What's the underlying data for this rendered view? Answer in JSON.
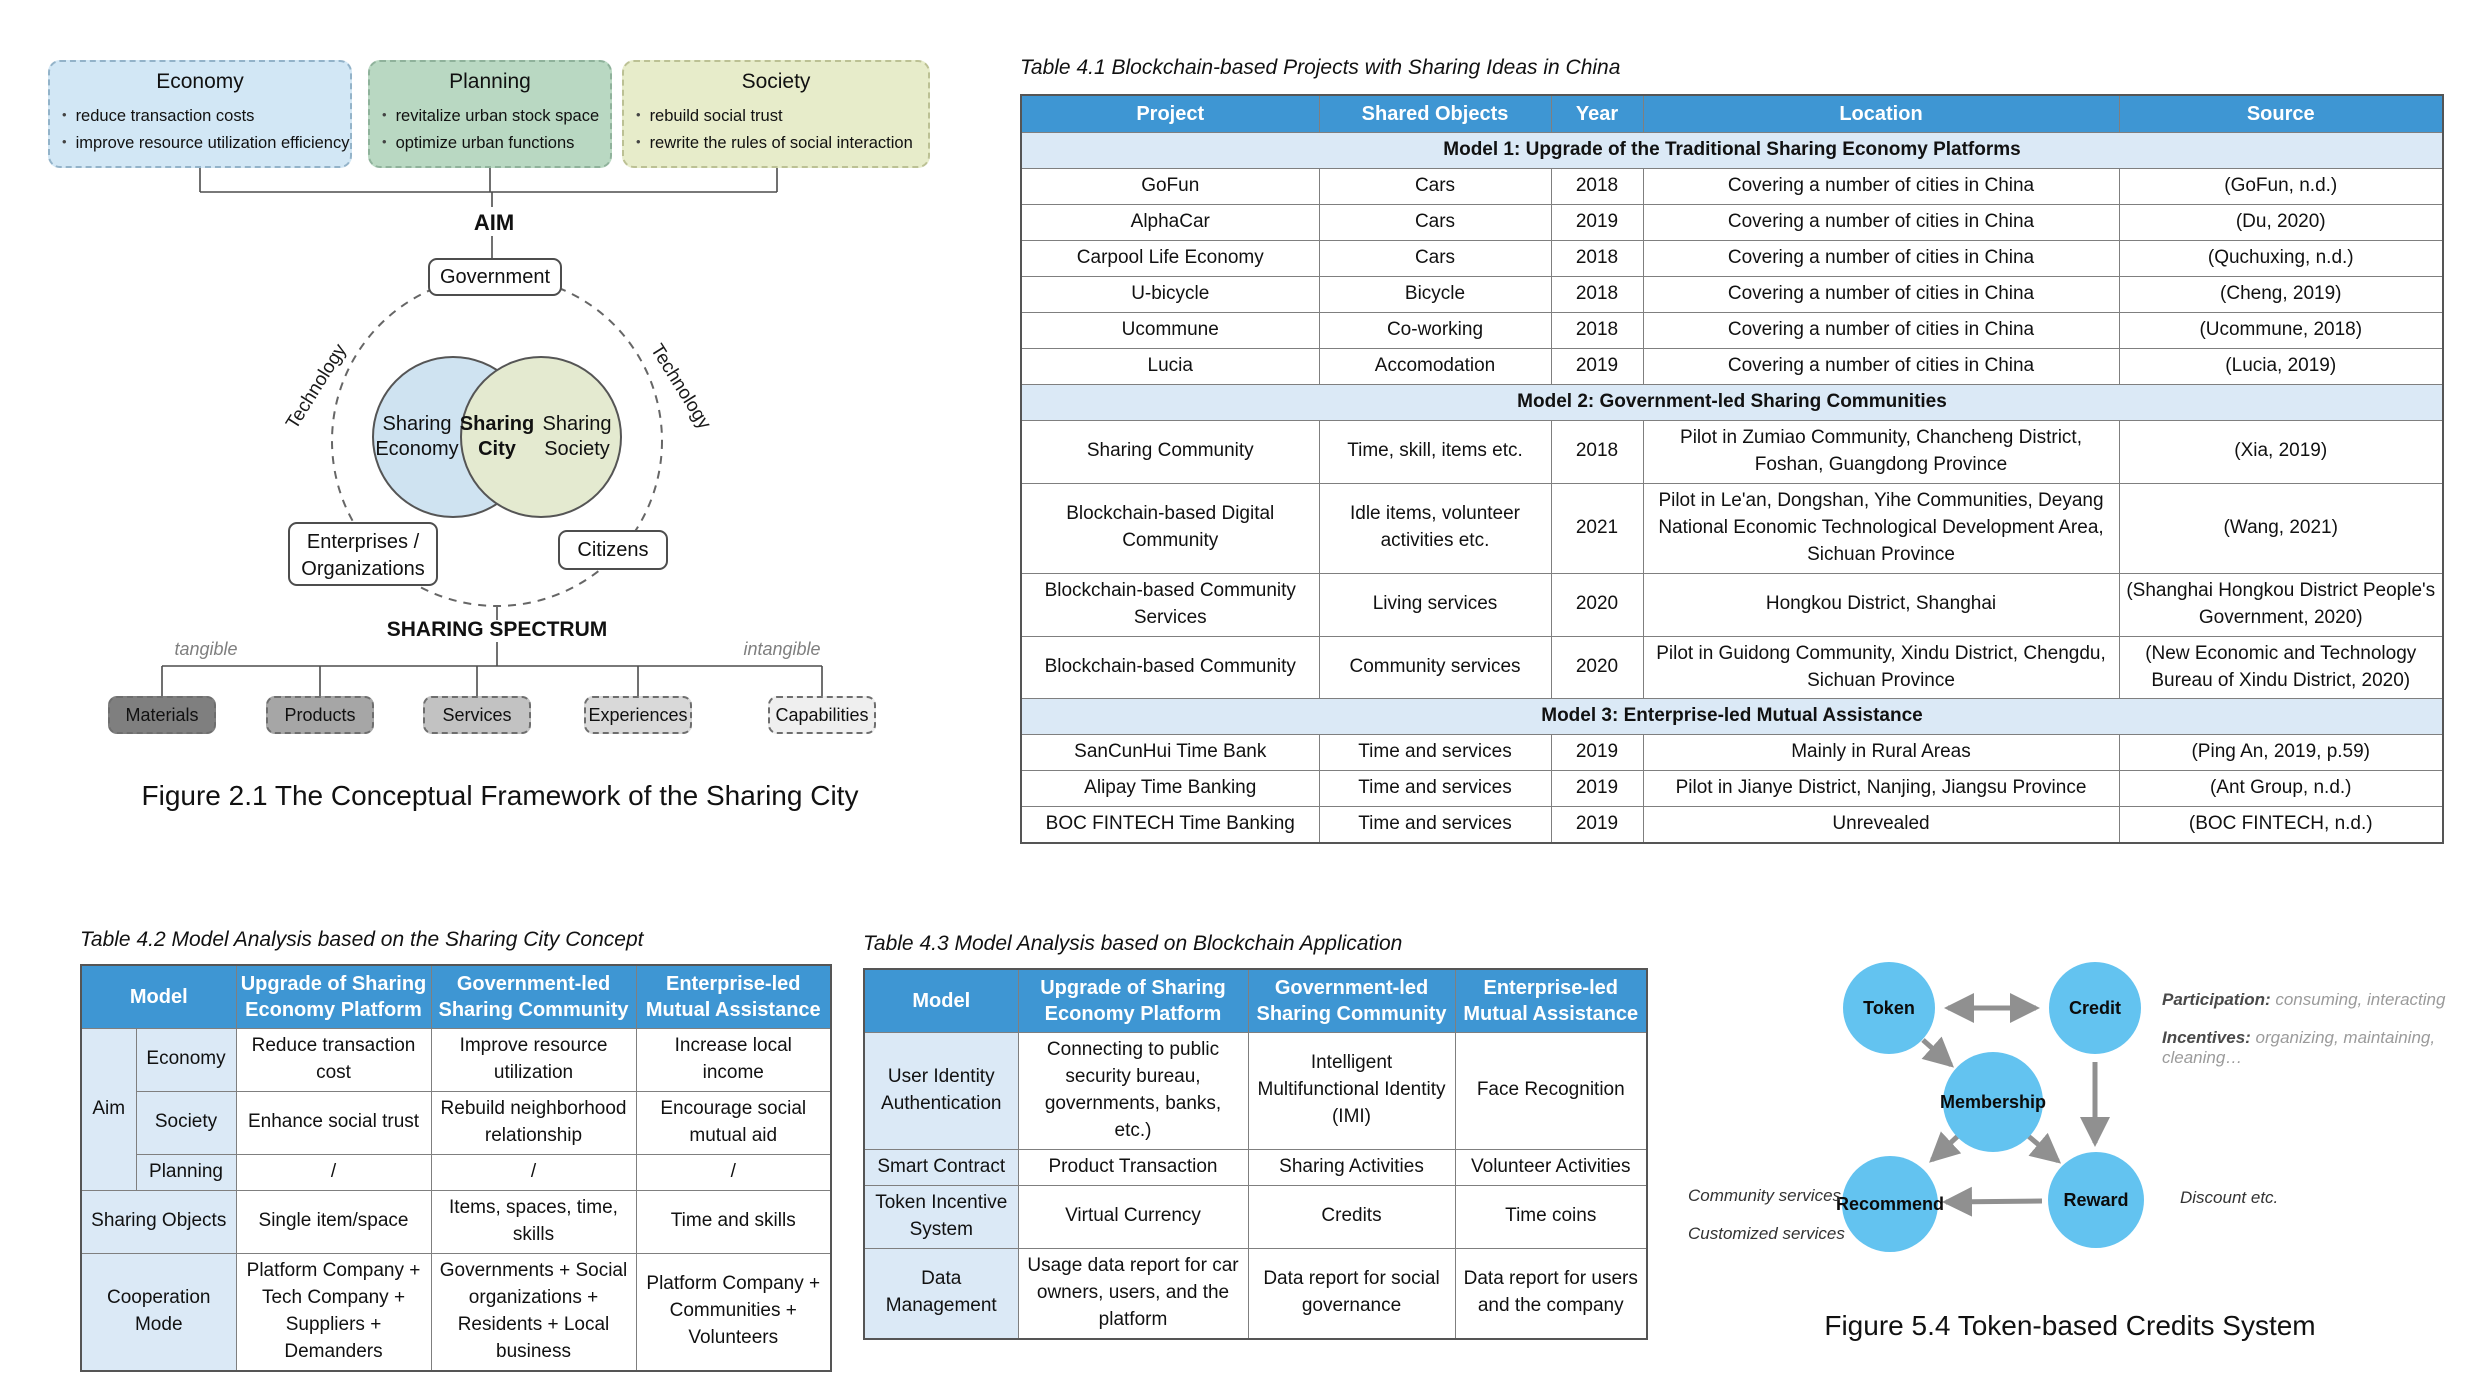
{
  "figure21": {
    "caption": "Figure 2.1 The Conceptual Framework of the Sharing City",
    "aim_label": "AIM",
    "top_boxes": [
      {
        "title": "Economy",
        "bullets": [
          "reduce transaction costs",
          "improve resource utilization efficiency"
        ],
        "fill": "#d2e7f5",
        "border": "#93b3c9"
      },
      {
        "title": "Planning",
        "bullets": [
          "revitalize urban stock space",
          "optimize urban functions"
        ],
        "fill": "#b9d8c2",
        "border": "#8fb29b"
      },
      {
        "title": "Society",
        "bullets": [
          "rebuild social trust",
          "rewrite the rules of social interaction"
        ],
        "fill": "#e7ecca",
        "border": "#bcc194"
      }
    ],
    "government_label": "Government",
    "technology_left": "Technology",
    "technology_right": "Technology",
    "venn": {
      "left": "Sharing Economy",
      "center": "Sharing City",
      "right": "Sharing Society",
      "left_fill": "#cfe3f1",
      "right_fill": "#e4ead0",
      "stroke": "#555555"
    },
    "enterprises_label": "Enterprises / Organizations",
    "citizens_label": "Citizens",
    "spectrum_title": "SHARING SPECTRUM",
    "tangible_label": "tangible",
    "intangible_label": "intangible",
    "spectrum_items": [
      {
        "label": "Materials",
        "fill": "#7f7f7f"
      },
      {
        "label": "Products",
        "fill": "#a6a6a6"
      },
      {
        "label": "Services",
        "fill": "#c2c2c2"
      },
      {
        "label": "Experiences",
        "fill": "#d9d9d9"
      },
      {
        "label": "Capabilities",
        "fill": "#efefef"
      }
    ]
  },
  "table41": {
    "title": "Table 4.1 Blockchain-based Projects with Sharing Ideas in China",
    "columns": [
      "Project",
      "Shared Objects",
      "Year",
      "Location",
      "Source"
    ],
    "sections": [
      {
        "header": "Model 1: Upgrade of the Traditional Sharing Economy Platforms",
        "rows": [
          [
            "GoFun",
            "Cars",
            "2018",
            "Covering a number of cities in China",
            "(GoFun, n.d.)"
          ],
          [
            "AlphaCar",
            "Cars",
            "2019",
            "Covering a number of cities in China",
            "(Du, 2020)"
          ],
          [
            "Carpool Life Economy",
            "Cars",
            "2018",
            "Covering a number of cities in China",
            "(Quchuxing, n.d.)"
          ],
          [
            "U-bicycle",
            "Bicycle",
            "2018",
            "Covering a number of cities in China",
            "(Cheng, 2019)"
          ],
          [
            "Ucommune",
            "Co-working",
            "2018",
            "Covering a number of cities in China",
            "(Ucommune, 2018)"
          ],
          [
            "Lucia",
            "Accomodation",
            "2019",
            "Covering a number of cities in China",
            "(Lucia, 2019)"
          ]
        ]
      },
      {
        "header": "Model 2: Government-led Sharing Communities",
        "rows": [
          [
            "Sharing Community",
            "Time, skill, items etc.",
            "2018",
            "Pilot in Zumiao Community, Chancheng District, Foshan, Guangdong Province",
            "(Xia, 2019)"
          ],
          [
            "Blockchain-based Digital Community",
            "Idle items, volunteer activities etc.",
            "2021",
            "Pilot in Le'an, Dongshan, Yihe Communities, Deyang National Economic Technological Development Area, Sichuan Province",
            "(Wang, 2021)"
          ],
          [
            "Blockchain-based Community Services",
            "Living services",
            "2020",
            "Hongkou District, Shanghai",
            "(Shanghai Hongkou District People's Government, 2020)"
          ],
          [
            "Blockchain-based Community",
            "Community services",
            "2020",
            "Pilot in Guidong Community, Xindu District, Chengdu, Sichuan Province",
            "(New Economic and Technology Bureau of Xindu District, 2020)"
          ]
        ]
      },
      {
        "header": "Model 3: Enterprise-led Mutual Assistance",
        "rows": [
          [
            "SanCunHui Time Bank",
            "Time and services",
            "2019",
            "Mainly in Rural Areas",
            "(Ping An, 2019, p.59)"
          ],
          [
            "Alipay Time Banking",
            "Time and services",
            "2019",
            "Pilot in Jianye District, Nanjing, Jiangsu Province",
            "(Ant Group, n.d.)"
          ],
          [
            "BOC FINTECH Time Banking",
            "Time and services",
            "2019",
            "Unrevealed",
            "(BOC FINTECH, n.d.)"
          ]
        ]
      }
    ]
  },
  "table42": {
    "title": "Table 4.2 Model Analysis based on the Sharing City Concept",
    "model_header": "Model",
    "col_headers": [
      "Upgrade of Sharing Economy Platform",
      "Government-led Sharing Community",
      "Enterprise-led Mutual Assistance"
    ],
    "aim_label": "Aim",
    "aim_rows": [
      {
        "sub": "Economy",
        "cells": [
          "Reduce transaction cost",
          "Improve resource utilization",
          "Increase local income"
        ]
      },
      {
        "sub": "Society",
        "cells": [
          "Enhance social trust",
          "Rebuild neighborhood relationship",
          "Encourage social mutual aid"
        ]
      },
      {
        "sub": "Planning",
        "cells": [
          "/",
          "/",
          "/"
        ]
      }
    ],
    "span_rows": [
      {
        "label": "Sharing Objects",
        "cells": [
          "Single item/space",
          "Items, spaces, time, skills",
          "Time and skills"
        ]
      },
      {
        "label": "Cooperation Mode",
        "cells": [
          "Platform Company + Tech Company + Suppliers + Demanders",
          "Governments + Social organizations + Residents + Local business",
          "Platform Company + Communities + Volunteers"
        ]
      }
    ]
  },
  "table43": {
    "title": "Table 4.3 Model Analysis based on Blockchain Application",
    "model_header": "Model",
    "col_headers": [
      "Upgrade of Sharing Economy Platform",
      "Government-led Sharing Community",
      "Enterprise-led Mutual Assistance"
    ],
    "rows": [
      {
        "label": "User Identity Authentication",
        "cells": [
          "Connecting to public security bureau, governments, banks, etc.)",
          "Intelligent Multifunctional Identity (IMI)",
          "Face Recognition"
        ]
      },
      {
        "label": "Smart Contract",
        "cells": [
          "Product Transaction",
          "Sharing Activities",
          "Volunteer Activities"
        ]
      },
      {
        "label": "Token Incentive System",
        "cells": [
          "Virtual Currency",
          "Credits",
          "Time coins"
        ]
      },
      {
        "label": "Data Management",
        "cells": [
          "Usage data report for car owners, users, and the platform",
          "Data report for social governance",
          "Data report for users and the company"
        ]
      }
    ]
  },
  "figure54": {
    "caption": "Figure 5.4 Token-based Credits System",
    "node_color": "#63c3f0",
    "nodes": [
      "Token",
      "Credit",
      "Membership",
      "Recommend",
      "Reward"
    ],
    "annotations": {
      "participation_label": "Participation:",
      "participation_text": " consuming, interacting",
      "incentives_label": "Incentives:",
      "incentives_text": " organizing, maintaining, cleaning…",
      "community_services": "Community services",
      "customized_services": "Customized services",
      "discount": "Discount etc."
    }
  },
  "colors": {
    "table_header_blue": "#3e96d3",
    "table_section_bg": "#dbe9f6",
    "arrow_gray": "#909090"
  }
}
